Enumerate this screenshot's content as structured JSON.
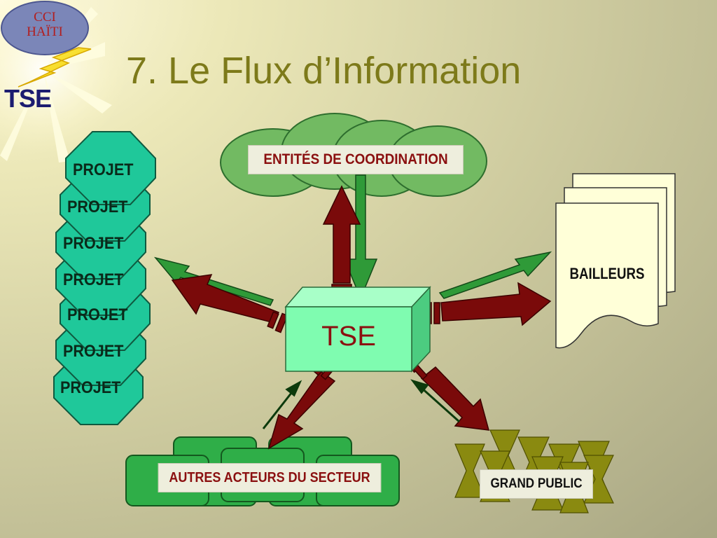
{
  "slide": {
    "title": "7.  Le Flux d’Information",
    "logo": {
      "line1": "CCI",
      "line2": "HAÏTI",
      "acronym": "TSE"
    }
  },
  "diagram": {
    "center_label": "TSE",
    "coordination_label": "ENTITÉS DE COORDINATION",
    "bailleurs_label": "BAILLEURS",
    "autres_label": "AUTRES ACTEURS DU SECTEUR",
    "grand_public_label": "GRAND PUBLIC",
    "projets": [
      "PROJET",
      "PROJET",
      "PROJET",
      "PROJET",
      "PROJET",
      "PROJET",
      "PROJET"
    ],
    "colors": {
      "cube_front": "#7ffcb0",
      "cube_side": "#4ccc80",
      "octagon": "#1fc89a",
      "ellipse": "#6fb85e",
      "arrow_red": "#7a0a0a",
      "arrow_green": "#2f9a38",
      "hourglass": "#8a8a10",
      "title": "#7d7a1a"
    }
  }
}
